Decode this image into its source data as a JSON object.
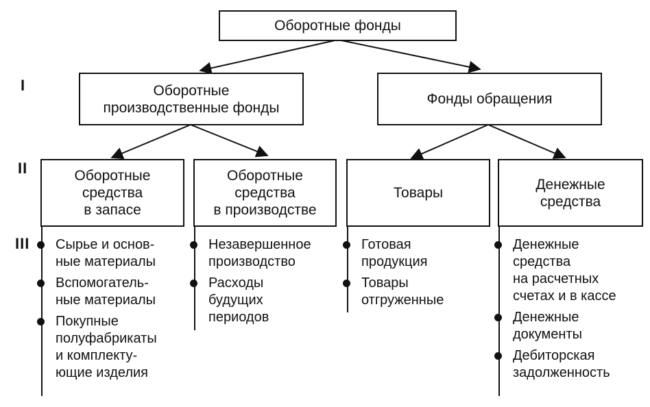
{
  "root": "Оборотные фонды",
  "levels": [
    "I",
    "II",
    "III"
  ],
  "level1": [
    "Оборотные\nпроизводственные фонды",
    "Фонды обращения"
  ],
  "level2": [
    "Оборотные\nсредства\nв запасе",
    "Оборотные\nсредства\nв производстве",
    "Товары",
    "Денежные\nсредства"
  ],
  "level3": [
    [
      "Сырье и основ-\nные материалы",
      "Вспомогатель-\nные материалы",
      "Покупные\nполуфабрикаты\nи комплекту-\nющие изделия"
    ],
    [
      "Незавершенное\nпроизводство",
      "Расходы\nбудущих\nпериодов"
    ],
    [
      "Готовая\nпродукция",
      "Товары\nотгруженные"
    ],
    [
      "Денежные\nсредства\nна расчетных\nсчетах и в кассе",
      "Денежные\nдокументы",
      "Дебиторская\nзадолженность"
    ]
  ]
}
